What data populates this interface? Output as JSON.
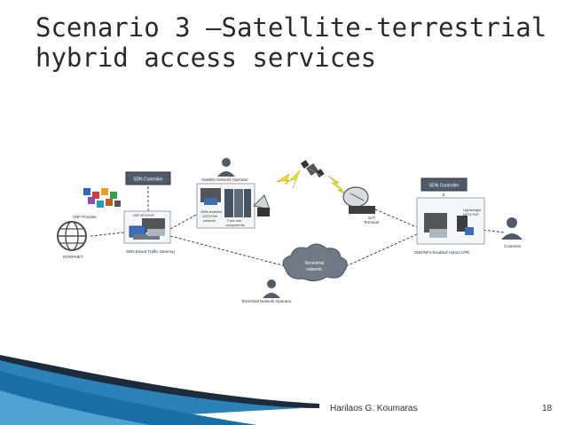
{
  "slide": {
    "title_line1": "Scenario 3 –Satellite-terrestrial",
    "title_line2": "hybrid access services",
    "author": "Harilaos G. Koumaras",
    "page_number": "18"
  },
  "diagram": {
    "sdn_controller_left": "SDN Controller",
    "sdn_controller_right": "SDN Controller",
    "satellite_network_operator": "Satellite Network Operator",
    "vnf_provider": "VNF Provider",
    "internet": "INTERNET",
    "sdn_traffic_steering": "SDN-based Traffic Steering",
    "sdn_enabled_satcom_line1": "SDN-enabled",
    "sdn_enabled_satcom_line2": "SATCOM",
    "sdn_enabled_satcom_line3": "network",
    "core_hub_line1": "Core hub",
    "core_hub_line2": "components",
    "sat_terminal_line1": "SAT",
    "sat_terminal_line2": "Terminal",
    "terrestrial_network_line1": "Terrestrial",
    "terrestrial_network_line2": "network",
    "terrestrial_network_operator": "Terrestrial Network Operator",
    "hybrid_cpe": "SND/NFV-Enabled Hybrid CPE",
    "lightweight_nfvi_line1": "Lightweight",
    "lightweight_nfvi_line2": "NFVI-PoP",
    "customer": "Customer",
    "vnf_label_left": "VNF",
    "nfvi_label_left": "NFVI-PoP"
  }
}
